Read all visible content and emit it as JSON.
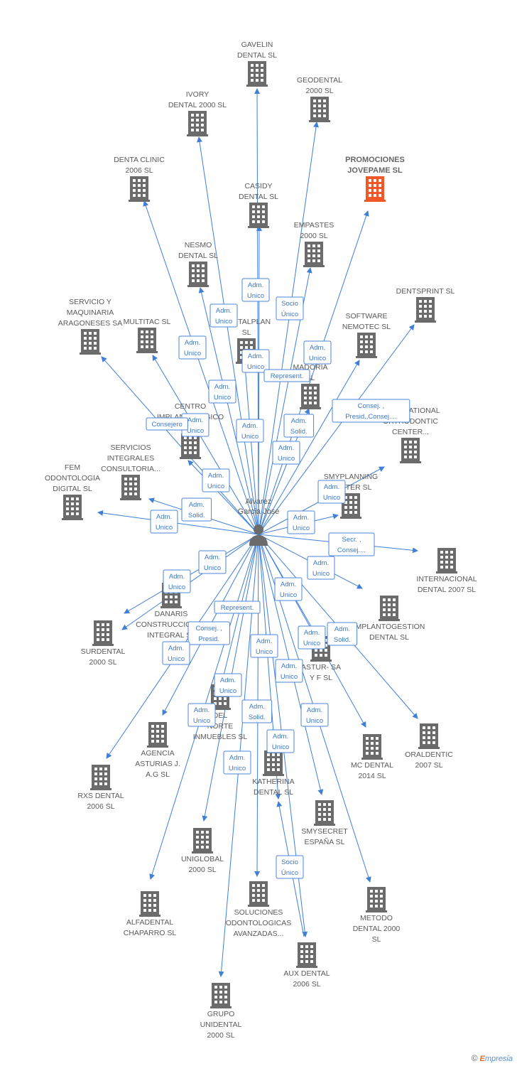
{
  "center": {
    "name_lines": [
      "Alvarez",
      "Garcia Jose"
    ],
    "icon": "person-icon"
  },
  "colors": {
    "edge": "#3f7fd7",
    "building": "#6b6b6b",
    "highlight": "#f0582a"
  },
  "nodes": [
    {
      "id": "gavelin",
      "lines": [
        "GAVELIN",
        "DENTAL SL"
      ]
    },
    {
      "id": "geodental",
      "lines": [
        "GEODENTAL",
        "2000 SL"
      ]
    },
    {
      "id": "ivory",
      "lines": [
        "IVORY",
        "DENTAL 2000 SL"
      ]
    },
    {
      "id": "promociones",
      "lines": [
        "PROMOCIONES",
        "JOVEPAME SL"
      ],
      "highlight": true
    },
    {
      "id": "denta-clinic",
      "lines": [
        "DENTA CLINIC",
        "2006 SL"
      ]
    },
    {
      "id": "casidy",
      "lines": [
        "CASIDY",
        "DENTAL SL"
      ]
    },
    {
      "id": "empastes",
      "lines": [
        "EMPASTES",
        "2000 SL"
      ]
    },
    {
      "id": "nesmo",
      "lines": [
        "NESMO",
        "DENTAL SL"
      ]
    },
    {
      "id": "dentsprint",
      "lines": [
        "DENTSPRINT SL"
      ]
    },
    {
      "id": "servicio-maquinaria",
      "lines": [
        "SERVICIO Y",
        "MAQUINARIA",
        "ARAGONESES SA"
      ]
    },
    {
      "id": "multitac",
      "lines": [
        "MULTITAC  SL"
      ]
    },
    {
      "id": "dentalplan",
      "lines": [
        "DENTALPLAN",
        "SL"
      ]
    },
    {
      "id": "software-nemotec",
      "lines": [
        "SOFTWARE",
        "NEMOTEC SL"
      ]
    },
    {
      "id": "madoria",
      "lines": [
        "MADORIA",
        "SL"
      ]
    },
    {
      "id": "centro-implantologico",
      "lines": [
        "CENTRO",
        "IMPLANTOLOGICO",
        "SL"
      ]
    },
    {
      "id": "international-orthodontic",
      "lines": [
        "INTERNATIONAL",
        "ORTHODONTIC",
        "CENTER..."
      ]
    },
    {
      "id": "servicios-integrales",
      "lines": [
        "SERVICIOS",
        "INTEGRALES",
        "CONSULTORIA..."
      ]
    },
    {
      "id": "fem-odontologia",
      "lines": [
        "FEM",
        "ODONTOLOGIA",
        "DIGITAL  SL"
      ]
    },
    {
      "id": "smyplanning",
      "lines": [
        "SMYPLANNING",
        "CENTER  SL"
      ]
    },
    {
      "id": "internacional-dental",
      "lines": [
        "INTERNACIONAL",
        "DENTAL 2007 SL"
      ]
    },
    {
      "id": "danaris",
      "lines": [
        "DANARIS",
        "CONSTRUCCIONES",
        "INTEGRAL SL"
      ]
    },
    {
      "id": "implantogestion",
      "lines": [
        "IMPLANTOGESTION",
        "DENTAL  SL"
      ]
    },
    {
      "id": "surdental",
      "lines": [
        "SURDENTAL",
        "2000 SL"
      ]
    },
    {
      "id": "astur-sa",
      "lines": [
        "ASTUR-  SA",
        "Y F SL"
      ]
    },
    {
      "id": "del-norte",
      "lines": [
        "DEL",
        "NORTE",
        "INMUEBLES SL"
      ]
    },
    {
      "id": "agencia-asturias",
      "lines": [
        "AGENCIA",
        "ASTURIAS J.",
        "A.G SL"
      ]
    },
    {
      "id": "mc-dental",
      "lines": [
        "MC DENTAL",
        "2014  SL"
      ]
    },
    {
      "id": "oraldentic",
      "lines": [
        "ORALDENTIC",
        "2007 SL"
      ]
    },
    {
      "id": "rxs-dental",
      "lines": [
        "RXS DENTAL",
        "2006 SL"
      ]
    },
    {
      "id": "katherina",
      "lines": [
        "KATHERINA",
        "DENTAL SL"
      ]
    },
    {
      "id": "smysecret",
      "lines": [
        "SMYSECRET",
        "ESPAÑA  SL"
      ]
    },
    {
      "id": "uniglobal",
      "lines": [
        "UNIGLOBAL",
        "2000  SL"
      ]
    },
    {
      "id": "alfadental",
      "lines": [
        "ALFADENTAL",
        "CHAPARRO SL"
      ]
    },
    {
      "id": "soluciones",
      "lines": [
        "SOLUCIONES",
        "ODONTOLOGICAS",
        "AVANZADAS..."
      ]
    },
    {
      "id": "metodo-dental",
      "lines": [
        "METODO",
        "DENTAL 2000",
        "SL"
      ]
    },
    {
      "id": "aux-dental",
      "lines": [
        "AUX DENTAL",
        "2006 SL"
      ]
    },
    {
      "id": "grupo-unidental",
      "lines": [
        "GRUPO",
        "UNIDENTAL",
        "2000 SL"
      ]
    }
  ],
  "edge_labels": [
    {
      "lines": [
        "Adm.",
        "Unico"
      ]
    },
    {
      "lines": [
        "Socio",
        "Único"
      ]
    },
    {
      "lines": [
        "Adm.",
        "Unico"
      ]
    },
    {
      "lines": [
        "Adm.",
        "Unico"
      ]
    },
    {
      "lines": [
        "Adm.",
        "Unico"
      ]
    },
    {
      "lines": [
        "Adm.",
        "Unico"
      ]
    },
    {
      "lines": [
        "Represent."
      ]
    },
    {
      "lines": [
        "Adm.",
        "Unico"
      ]
    },
    {
      "lines": [
        "Adm.",
        "Unico"
      ]
    },
    {
      "lines": [
        "Consejero"
      ]
    },
    {
      "lines": [
        "Adm.",
        "Unico"
      ]
    },
    {
      "lines": [
        "Adm.",
        "Solid."
      ]
    },
    {
      "lines": [
        "Consej. ,",
        "Presid.,Consej...."
      ]
    },
    {
      "lines": [
        "Adm.",
        "Unico"
      ]
    },
    {
      "lines": [
        "Adm.",
        "Unico"
      ]
    },
    {
      "lines": [
        "Adm.",
        "Solid."
      ]
    },
    {
      "lines": [
        "Adm.",
        "Unico"
      ]
    },
    {
      "lines": [
        "Adm.",
        "Unico"
      ]
    },
    {
      "lines": [
        "Adm.",
        "Unico"
      ]
    },
    {
      "lines": [
        "Adm.",
        "Unico"
      ]
    },
    {
      "lines": [
        "Secr. ,",
        "Consej...."
      ]
    },
    {
      "lines": [
        "Adm.",
        "Unico"
      ]
    },
    {
      "lines": [
        "Adm.",
        "Unico"
      ]
    },
    {
      "lines": [
        "Adm.",
        "Unico"
      ]
    },
    {
      "lines": [
        "Represent."
      ]
    },
    {
      "lines": [
        "Consej. ,",
        "Presid."
      ]
    },
    {
      "lines": [
        "Adm.",
        "Unico"
      ]
    },
    {
      "lines": [
        "Adm.",
        "Unico"
      ]
    },
    {
      "lines": [
        "Adm.",
        "Solid."
      ]
    },
    {
      "lines": [
        "Adm.",
        "Unico"
      ]
    },
    {
      "lines": [
        "Adm.",
        "Unico"
      ]
    },
    {
      "lines": [
        "Adm.",
        "Unico"
      ]
    },
    {
      "lines": [
        "Adm.",
        "Unico"
      ]
    },
    {
      "lines": [
        "Adm.",
        "Solid."
      ]
    },
    {
      "lines": [
        "Adm.",
        "Unico"
      ]
    },
    {
      "lines": [
        "Adm.",
        "Unico"
      ]
    },
    {
      "lines": [
        "Adm.",
        "Unico"
      ]
    },
    {
      "lines": [
        "Socio",
        "Único"
      ]
    }
  ],
  "footer": {
    "copyright": "©",
    "brand_e": "E",
    "brand_rest": "mpresia"
  }
}
